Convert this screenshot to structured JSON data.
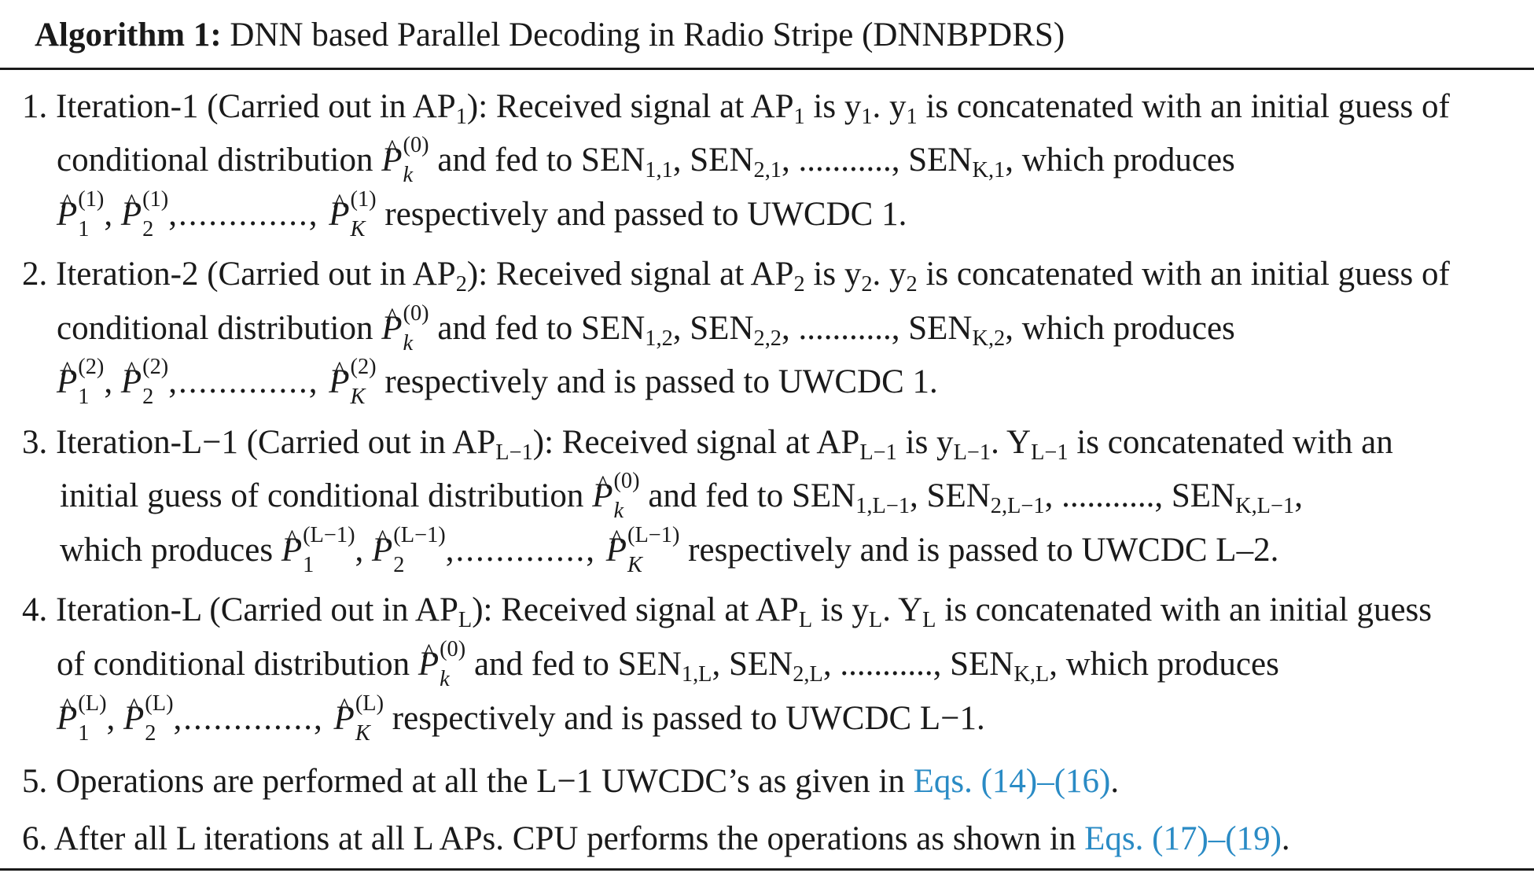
{
  "header": {
    "label": "Algorithm 1:",
    "title": "DNN based Parallel Decoding in Radio Stripe (DNNBPDRS)"
  },
  "steps": [
    {
      "number": "1.",
      "l1a": "Iteration-1 (Carried out in AP",
      "l1b": "1",
      "l1c": "): Received signal at AP",
      "l1d": "1",
      "l1e": " is y",
      "l1f": "1",
      "l1g": ". y",
      "l1h": "1",
      "l1i": " is concatenated with an initial guess of",
      "l2a": "conditional distribution ",
      "l2b": " and fed to SEN",
      "l2c": "1,1",
      "l2d": ", SEN",
      "l2e": "2,1",
      "l2f": ", ..........., SEN",
      "l2g": "K,1",
      "l2h": ", which produces",
      "sup": "(1)",
      "l3end": " respectively and passed to UWCDC 1."
    },
    {
      "number": "2.",
      "l1a": "Iteration-2 (Carried out in AP",
      "l1b": "2",
      "l1c": "): Received signal at AP",
      "l1d": "2",
      "l1e": " is y",
      "l1f": "2",
      "l1g": ". y",
      "l1h": "2",
      "l1i": " is concatenated with an initial guess of",
      "l2a": "conditional distribution ",
      "l2b": " and fed to SEN",
      "l2c": "1,2",
      "l2d": ", SEN",
      "l2e": "2,2",
      "l2f": ", ..........., SEN",
      "l2g": "K,2",
      "l2h": ", which produces",
      "sup": "(2)",
      "l3end": " respectively and is passed to UWCDC 1."
    },
    {
      "number": "3.",
      "l1a": "Iteration-L−1 (Carried out in AP",
      "l1b": "L−1",
      "l1c": "): Received signal at AP",
      "l1d": "L−1",
      "l1e": " is y",
      "l1f": "L−1",
      "l1g": ". Y",
      "l1h": "L−1",
      "l1i": " is concatenated with an",
      "l2a": "initial guess of conditional distribution ",
      "l2b": " and fed to SEN",
      "l2c": "1,L−1",
      "l2d": ", SEN",
      "l2e": "2,L−1",
      "l2f": ", ..........., SEN",
      "l2g": "K,L−1",
      "l2h": ",",
      "l3start": "which produces ",
      "sup": "(L−1)",
      "l3end": " respectively and is passed to UWCDC L–2."
    },
    {
      "number": "4.",
      "l1a": "Iteration-L (Carried out in AP",
      "l1b": "L",
      "l1c": "): Received signal at AP",
      "l1d": "L",
      "l1e": " is y",
      "l1f": "L",
      "l1g": ". Y",
      "l1h": "L",
      "l1i": " is concatenated with an initial guess",
      "l2a": "of conditional distribution ",
      "l2b": " and fed to SEN",
      "l2c": "1,L",
      "l2d": ", SEN",
      "l2e": "2,L",
      "l2f": ", ..........., SEN",
      "l2g": "K,L",
      "l2h": ", which produces",
      "sup": "(L)",
      "l3end": " respectively and is passed to UWCDC L−1."
    },
    {
      "number": "5.",
      "text": "Operations are performed at all the L−1 UWCDC’s as given in ",
      "ref": "Eqs. (14)–(16)",
      "end": "."
    },
    {
      "number": "6.",
      "text": "After all L iterations at all L APs. CPU performs the operations as shown in ",
      "ref": "Eqs. (17)–(19)",
      "end": "."
    }
  ],
  "math": {
    "P": "P",
    "k": "k",
    "one": "1",
    "two": "2",
    "K": "K",
    "zero": "(0)",
    "comma": ", ",
    "dots": ",............., "
  }
}
